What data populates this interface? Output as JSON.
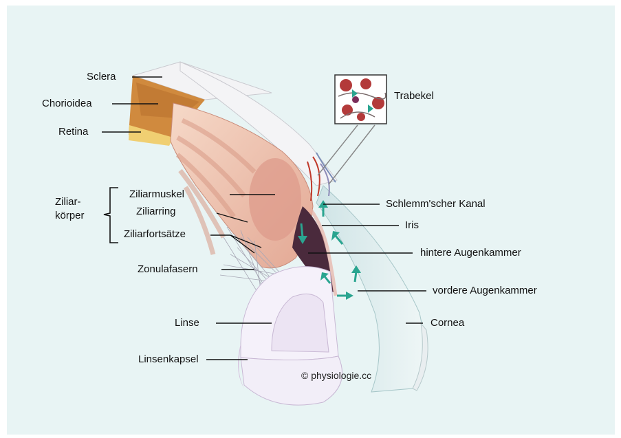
{
  "labels": {
    "sclera": "Sclera",
    "chorioidea": "Chorioidea",
    "retina": "Retina",
    "ziliarkoerper_1": "Ziliar-",
    "ziliarkoerper_2": "körper",
    "ziliarmuskel": "Ziliarmuskel",
    "ziliarring": "Ziliarring",
    "ziliarfortsaetze": "Ziliarfortsätze",
    "zonulafasern": "Zonulafasern",
    "linse": "Linse",
    "linsenkapsel": "Linsenkapsel",
    "trabekel": "Trabekel",
    "schlemm": "Schlemm'scher Kanal",
    "iris": "Iris",
    "hintere": "hintere Augenkammer",
    "vordere": "vordere Augenkammer",
    "cornea": "Cornea"
  },
  "copyright": "© physiologie.cc",
  "colors": {
    "background": "#e8f4f4",
    "sclera": "#f1f1f3",
    "chorioidea": "#c9863b",
    "retina": "#f0cf72",
    "ciliary": "#e5b4a4",
    "iris": "#4a2a3c",
    "lens": "#f3eef8",
    "capsule": "#d9c6e0",
    "cornea": "#d6e9ea",
    "arrows": "#2aa590"
  }
}
